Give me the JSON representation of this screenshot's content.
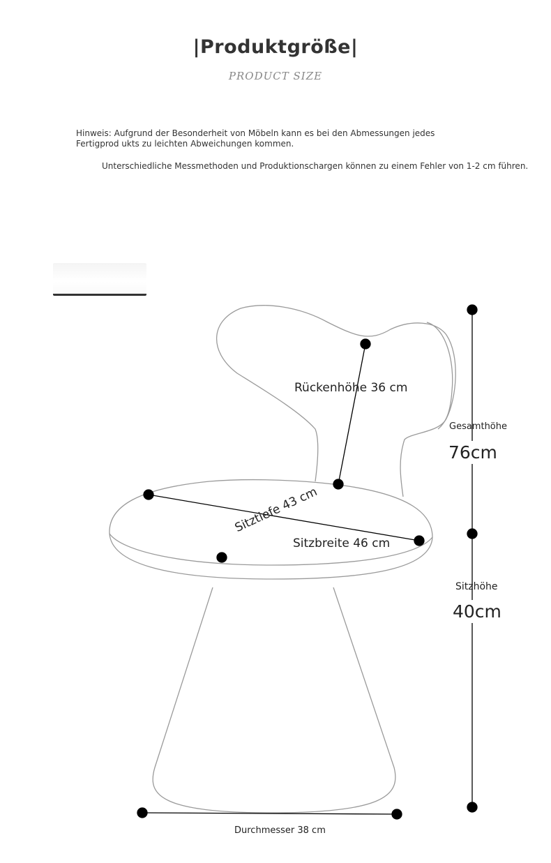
{
  "header": {
    "title": "|Produktgröße|",
    "subtitle": "PRODUCT SIZE"
  },
  "notes": {
    "line1": "Hinweis: Aufgrund der Besonderheit von Möbeln kann es bei den Abmessungen jedes Fertigprod ukts zu leichten Abweichungen kommen.",
    "line2": "Unterschiedliche Messmethoden und Produktionschargen können zu einem Fehler von 1-2 cm führen."
  },
  "dimensions": {
    "back_height": "Rückenhöhe 36 cm",
    "seat_depth": "Sitztiefe 43 cm",
    "seat_width": "Sitzbreite 46 cm",
    "total_height_label": "Gesamthöhe",
    "total_height_value": "76cm",
    "seat_height_label": "Sitzhöhe",
    "seat_height_value": "40cm",
    "diameter": "Durchmesser 38 cm"
  },
  "colors": {
    "outline": "#9a9a9a",
    "measure": "#000000"
  }
}
